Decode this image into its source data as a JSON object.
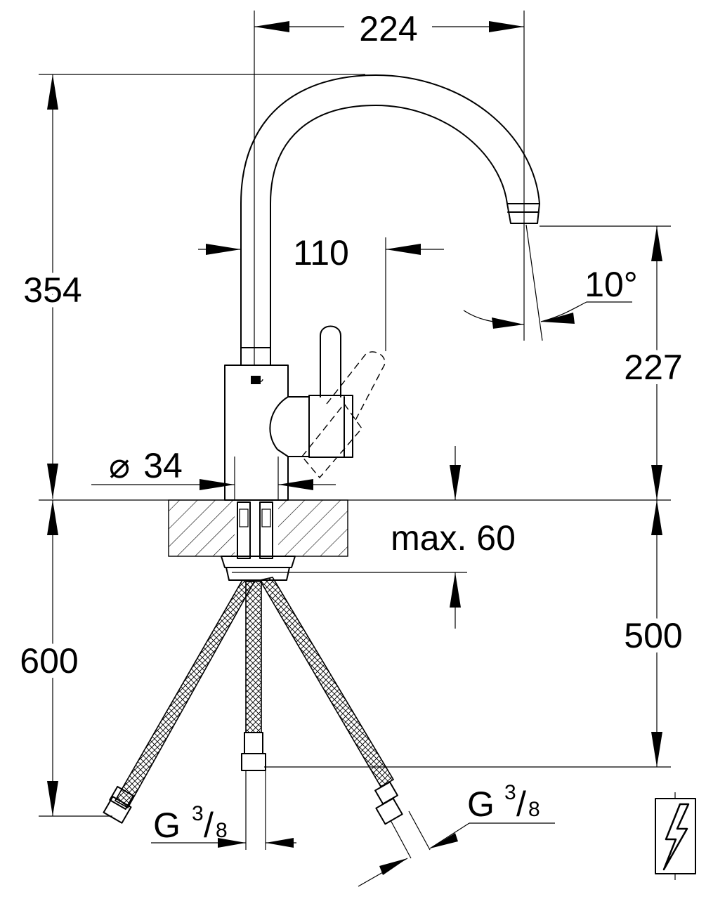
{
  "dimensions": {
    "width_total": "224",
    "height_total": "354",
    "spout_reach": "110",
    "spout_angle": "10°",
    "spout_height": "227",
    "diameter_symbol": "⌀",
    "diameter_value": "34",
    "max_counter_thickness": "max. 60",
    "hose_length": "600",
    "hose_to_counter": "500"
  },
  "thread_label_left": {
    "prefix": "G",
    "num": "3",
    "slash": "/",
    "den": "8"
  },
  "thread_label_right": {
    "prefix": "G",
    "num": "3",
    "slash": "/",
    "den": "8"
  },
  "icons": {
    "electrical": "lightning-bolt-icon"
  }
}
